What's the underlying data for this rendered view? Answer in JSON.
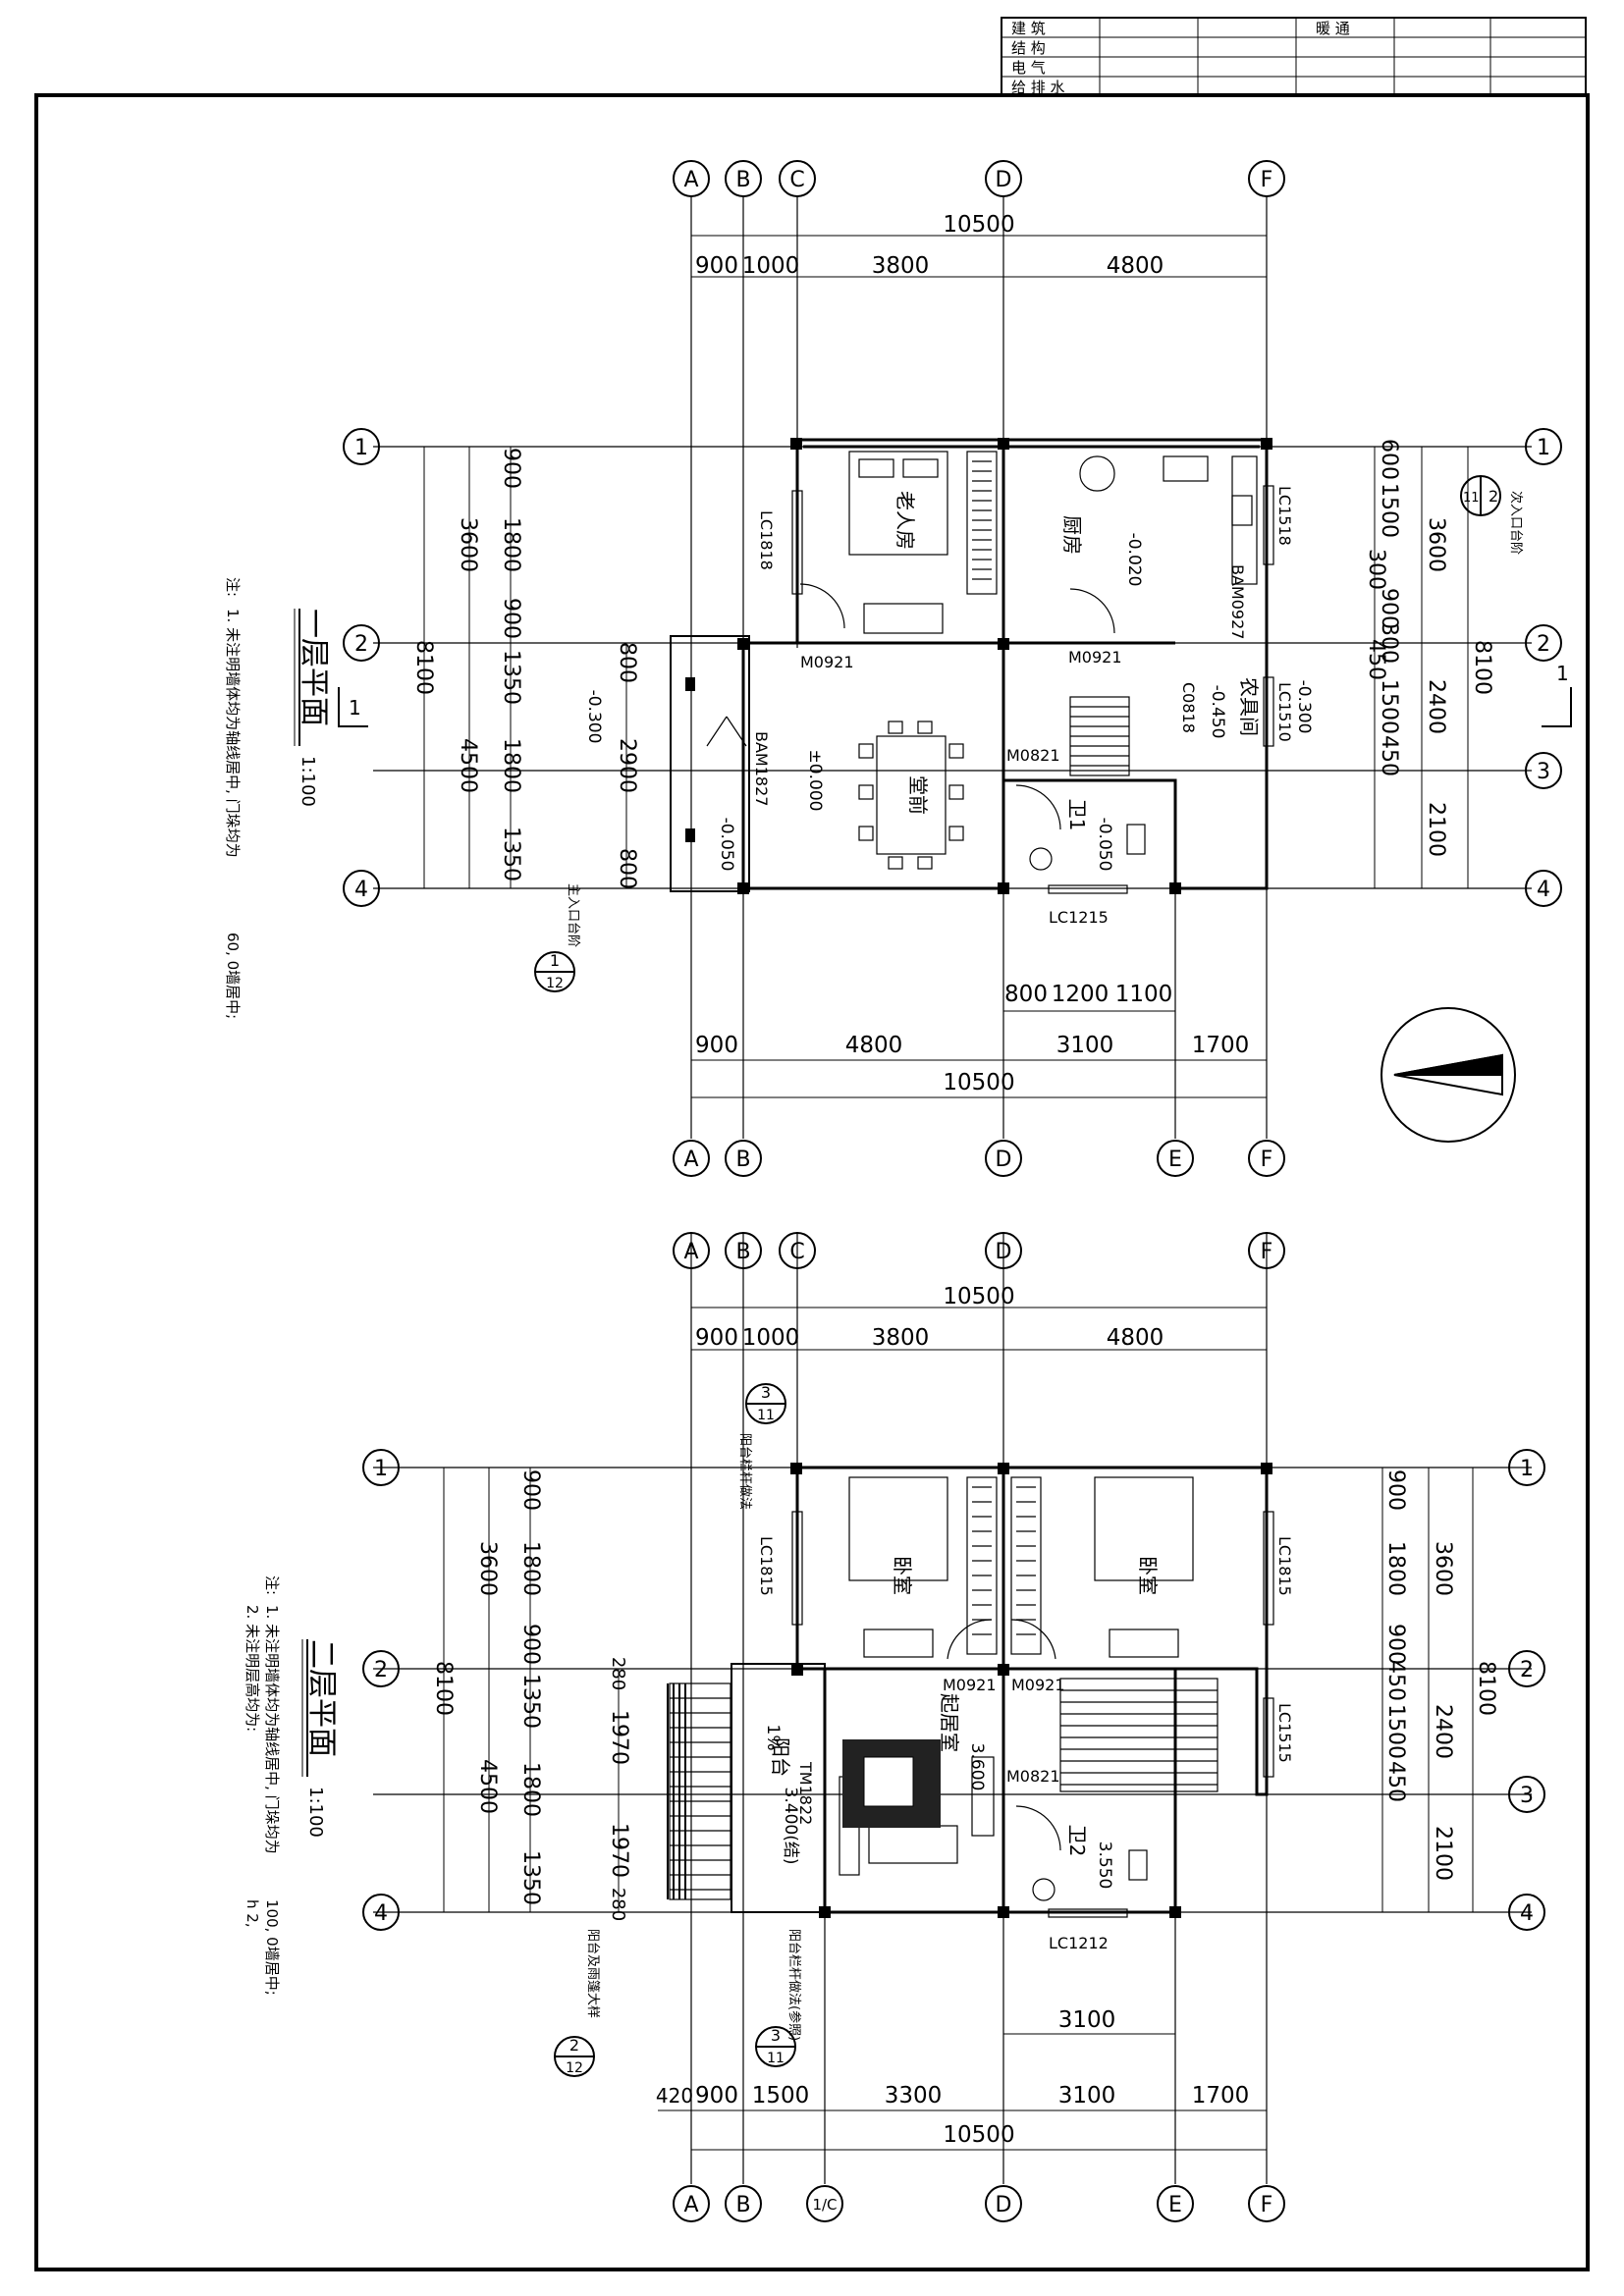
{
  "title_block": {
    "disciplines": [
      "建 筑",
      "结 构",
      "电 气",
      "给 排 水"
    ],
    "header": "暖 通"
  },
  "floor1": {
    "title": "一层平面",
    "scale": "1:100",
    "note_label": "注:",
    "notes": [
      "1. 未注明墙体均为轴线居中, 门垛均为",
      "60, 0墙居中;"
    ],
    "grid_top": [
      "A",
      "B",
      "C",
      "D",
      "F"
    ],
    "grid_bottom": [
      "A",
      "B",
      "D",
      "E",
      "F"
    ],
    "grid_rows": [
      "1",
      "2",
      "3",
      "4"
    ],
    "total_width": "10500",
    "top_dims": [
      "900",
      "1000",
      "3800",
      "4800"
    ],
    "bottom_dims": [
      "900",
      "4800",
      "3100",
      "1700"
    ],
    "bottom_sub_dims": [
      "800",
      "1200",
      "1100"
    ],
    "left_outer": [
      "3600",
      "4500"
    ],
    "left_total": "8100",
    "left_inner": [
      "900",
      "1800",
      "900",
      "1350",
      "1800",
      "1350"
    ],
    "left_front": [
      "800",
      "2900",
      "800"
    ],
    "right_inner": [
      "600",
      "1500",
      "300",
      "900",
      "300",
      "450",
      "1500",
      "450"
    ],
    "right_outer": [
      "3600",
      "2400",
      "2100"
    ],
    "right_total": "8100",
    "rooms": {
      "elder_bedroom": "老人房",
      "kitchen": "厨房",
      "hall": "堂前",
      "storage": "农具间",
      "wc": "卫1"
    },
    "elevations": [
      "-0.020",
      "±0.000",
      "-0.300",
      "-0.050",
      "-0.450",
      "-0.300",
      "-0.050"
    ],
    "doors": [
      "M0921",
      "M0921",
      "M0821",
      "BAM1827",
      "BAM0927",
      "C0818"
    ],
    "windows": [
      "LC1818",
      "LC1518",
      "LC1510",
      "LC1215"
    ],
    "section_mark": "1",
    "detail_marks": [
      {
        "num": "1",
        "sheet": "12",
        "text": "主入口台阶"
      },
      {
        "num": "2",
        "sheet": "11",
        "text": "次入口台阶"
      }
    ]
  },
  "floor2": {
    "title": "二层平面",
    "scale": "1:100",
    "note_label": "注:",
    "notes": [
      "1. 未注明墙体均为轴线居中, 门垛均为",
      "100, 0墙居中;",
      "2. 未注明层高均为:",
      "h 2,"
    ],
    "grid_top": [
      "A",
      "B",
      "C",
      "D",
      "F"
    ],
    "grid_bottom": [
      "A",
      "B",
      "1/C",
      "D",
      "E",
      "F"
    ],
    "grid_rows": [
      "1",
      "2",
      "3",
      "4"
    ],
    "total_width": "10500",
    "top_dims": [
      "900",
      "1000",
      "3800",
      "4800"
    ],
    "bottom_dims": [
      "420",
      "900",
      "1500",
      "3300",
      "3100",
      "1700"
    ],
    "bottom_sub_dims": [
      "3100"
    ],
    "left_outer": [
      "3600",
      "4500"
    ],
    "left_total": "8100",
    "left_inner": [
      "900",
      "1800",
      "900",
      "1350",
      "1800",
      "1350"
    ],
    "left_front": [
      "280",
      "1970",
      "1970",
      "280"
    ],
    "right_inner": [
      "900",
      "1800",
      "900",
      "450",
      "1500",
      "450"
    ],
    "right_outer": [
      "3600",
      "2400",
      "2100"
    ],
    "right_total": "8100",
    "rooms": {
      "bedroom_a": "卧室",
      "bedroom_b": "卧室",
      "living": "起居室",
      "balcony": "阳台",
      "wc": "卫2"
    },
    "elevations": [
      "3.600",
      "3.400(结)",
      "3.550"
    ],
    "slope": "1%",
    "doors": [
      "M0921",
      "M0921",
      "M0821",
      "TM1822"
    ],
    "windows": [
      "LC1815",
      "LC1815",
      "LC1515",
      "LC1212"
    ],
    "detail_marks": [
      {
        "num": "3",
        "sheet": "11",
        "text": "阳台栏杆做法"
      },
      {
        "num": "3",
        "sheet": "11",
        "text": "阳台栏杆做法(参照)"
      },
      {
        "num": "2",
        "sheet": "12",
        "text": "阳台及雨篷大样"
      }
    ]
  }
}
